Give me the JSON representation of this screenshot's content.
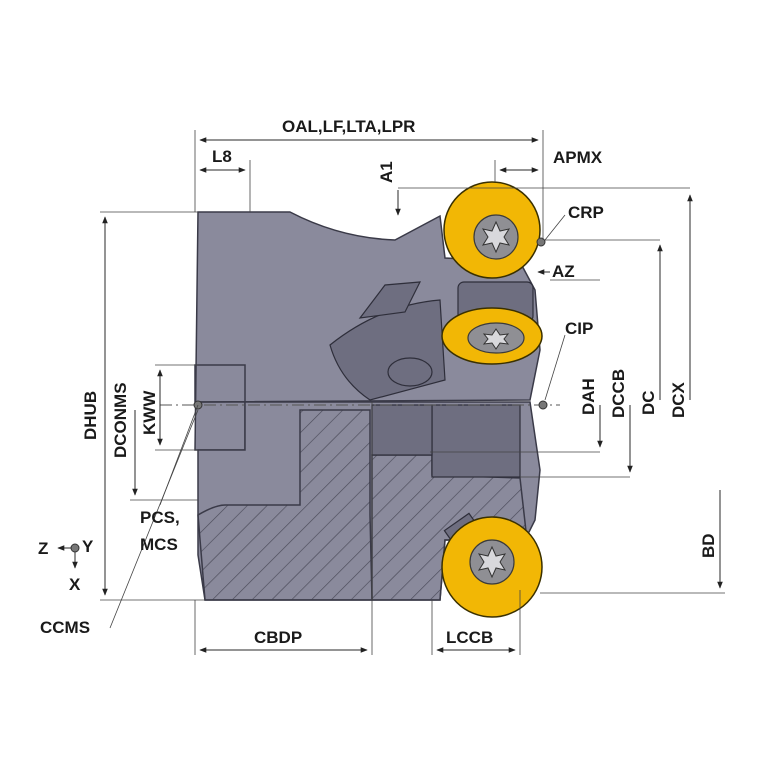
{
  "labels": {
    "oal": "OAL,LF,LTA,LPR",
    "l8": "L8",
    "a1": "A1",
    "apmx": "APMX",
    "crp": "CRP",
    "az": "AZ",
    "cip": "CIP",
    "dhub": "DHUB",
    "dconms": "DCONMS",
    "kww": "KWW",
    "dah": "DAH",
    "dccb": "DCCB",
    "dc": "DC",
    "dcx": "DCX",
    "bd": "BD",
    "pcs": "PCS,",
    "mcs": "MCS",
    "z": "Z",
    "y": "Y",
    "x": "X",
    "ccms": "CCMS",
    "cbdp": "CBDP",
    "lccb": "LCCB"
  },
  "icons": {
    "insert_screw": "torx-screw-icon",
    "coordinate_point": "reference-point-icon"
  },
  "colors": {
    "body": "#8a8a9c",
    "body_dark": "#6e6e80",
    "insert": "#f2b705",
    "hatch": "#4a4a58"
  }
}
